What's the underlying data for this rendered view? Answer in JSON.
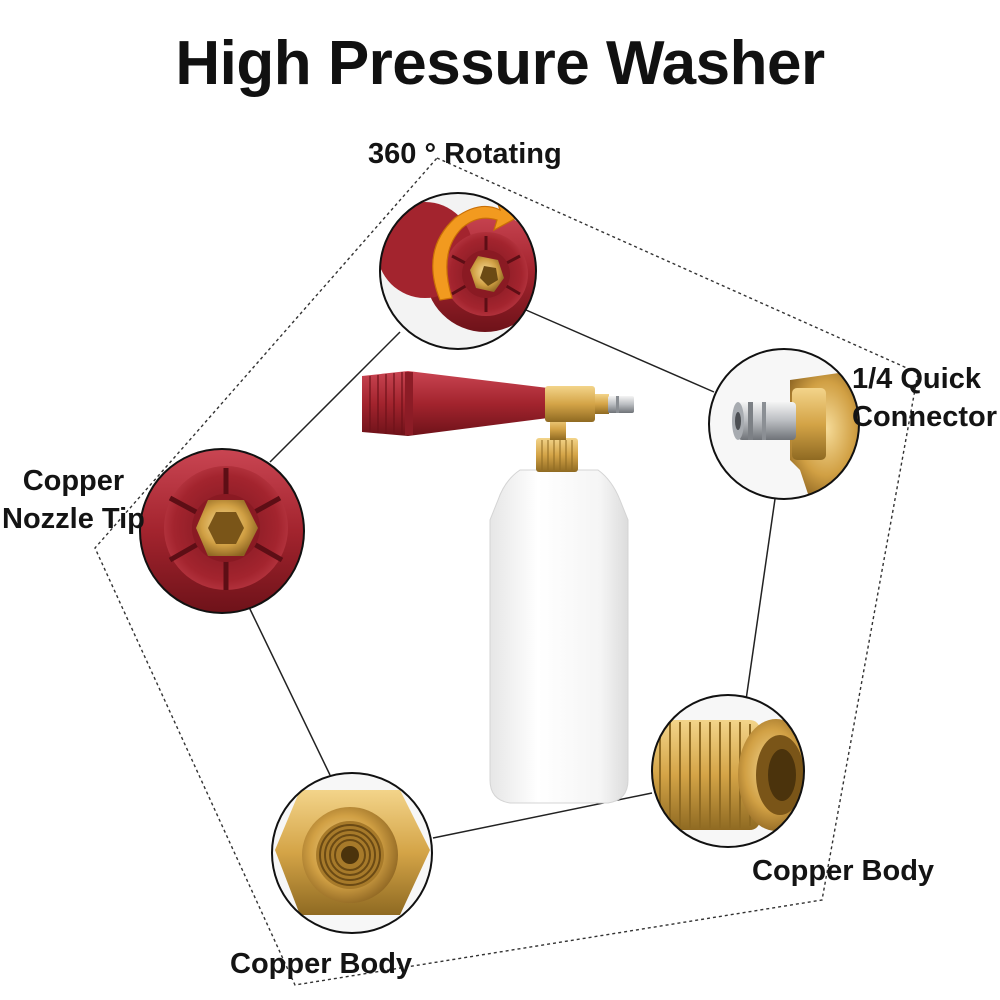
{
  "title": "High Pressure Washer",
  "labels": {
    "rotating": "360 ° Rotating",
    "quick_connector_line1": "1/4 Quick",
    "quick_connector_line2": "Connector",
    "nozzle_line1": "Copper",
    "nozzle_line2": "Nozzle Tip",
    "body_right": "Copper Body",
    "body_left": "Copper Body"
  },
  "colors": {
    "red": "#a3242e",
    "brass": "#d4a447",
    "bottle": "#fafafa"
  }
}
